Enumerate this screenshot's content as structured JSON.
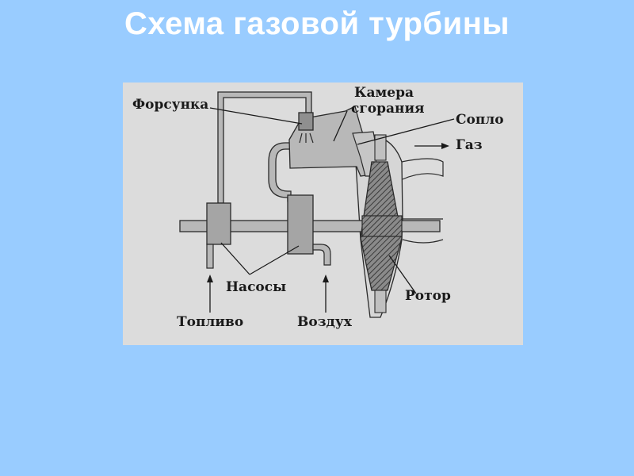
{
  "title": "Схема газовой турбины",
  "diagram": {
    "labels": {
      "injector": "Форсунка",
      "chamber_line1": "Камера",
      "chamber_line2": "сгорания",
      "nozzle": "Сопло",
      "gas": "Газ",
      "pumps": "Насосы",
      "rotor": "Ротор",
      "fuel": "Топливо",
      "air": "Воздух"
    },
    "colors": {
      "background": "#99ccff",
      "panel": "#dcdcdc",
      "machine_fill": "#b8b8b8",
      "pump_fill": "#a5a5a5",
      "line": "#2a2a2a"
    }
  }
}
